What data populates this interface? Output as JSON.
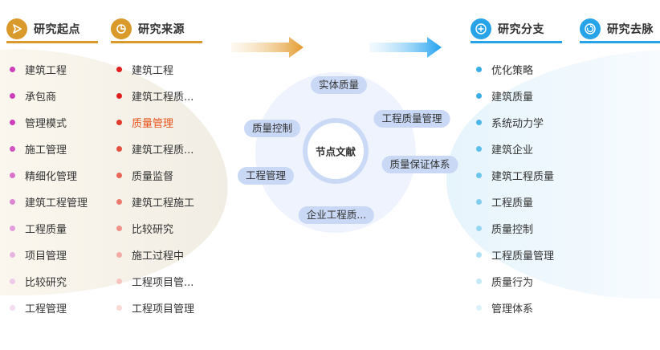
{
  "headers": {
    "origin": {
      "label": "研究起点",
      "icon": "play-arrow-icon",
      "color": "#d99a2b"
    },
    "source": {
      "label": "研究来源",
      "icon": "pie-chart-icon",
      "color": "#d99a2b"
    },
    "branch": {
      "label": "研究分支",
      "icon": "plus-circle-icon",
      "color": "#27a3e8"
    },
    "trend": {
      "label": "研究去脉",
      "icon": "refresh-circle-icon",
      "color": "#27a3e8"
    }
  },
  "origin_items": [
    {
      "label": "建筑工程",
      "color": "#cc3fb8"
    },
    {
      "label": "承包商",
      "color": "#cc3fb8"
    },
    {
      "label": "管理模式",
      "color": "#cc3fb8"
    },
    {
      "label": "施工管理",
      "color": "#d156c2"
    },
    {
      "label": "精细化管理",
      "color": "#d873cd"
    },
    {
      "label": "建筑工程管理",
      "color": "#dc86d3"
    },
    {
      "label": "工程质量",
      "color": "#e29cdb"
    },
    {
      "label": "项目管理",
      "color": "#e8b3e3"
    },
    {
      "label": "比较研究",
      "color": "#efc9eb"
    },
    {
      "label": "工程管理",
      "color": "#f4dcf2"
    }
  ],
  "source_items": [
    {
      "label": "建筑工程",
      "color": "#e02020",
      "highlight": false
    },
    {
      "label": "建筑工程质...",
      "color": "#e02020",
      "highlight": false
    },
    {
      "label": "质量管理",
      "color": "#e23a2a",
      "highlight": true
    },
    {
      "label": "建筑工程质...",
      "color": "#e65040",
      "highlight": false
    },
    {
      "label": "质量监督",
      "color": "#e86455",
      "highlight": false
    },
    {
      "label": "建筑工程施工",
      "color": "#ea7a6c",
      "highlight": false
    },
    {
      "label": "比较研究",
      "color": "#ee9288",
      "highlight": false
    },
    {
      "label": "施工过程中",
      "color": "#f2aaa2",
      "highlight": false
    },
    {
      "label": "工程项目管...",
      "color": "#f6c4bd",
      "highlight": false
    },
    {
      "label": "工程项目管理",
      "color": "#f9dad5",
      "highlight": false
    }
  ],
  "branch_items": [
    {
      "label": "优化策略",
      "color": "#3aaee6"
    },
    {
      "label": "建筑质量",
      "color": "#3aaee6"
    },
    {
      "label": "系统动力学",
      "color": "#4bb6e9"
    },
    {
      "label": "建筑企业",
      "color": "#5bbeec"
    },
    {
      "label": "建筑工程质量",
      "color": "#6cc5ee"
    },
    {
      "label": "工程质量",
      "color": "#80cdf0"
    },
    {
      "label": "质量控制",
      "color": "#96d6f3"
    },
    {
      "label": "工程质量管理",
      "color": "#ace0f6"
    },
    {
      "label": "质量行为",
      "color": "#c4e9f8"
    },
    {
      "label": "管理体系",
      "color": "#dbf2fb"
    }
  ],
  "hub": {
    "center": "节点文献",
    "keywords": [
      "实体质量",
      "工程质量管理",
      "质量保证体系",
      "企业工程质...",
      "工程管理",
      "质量控制"
    ]
  },
  "highlight_color": "#e8541a"
}
